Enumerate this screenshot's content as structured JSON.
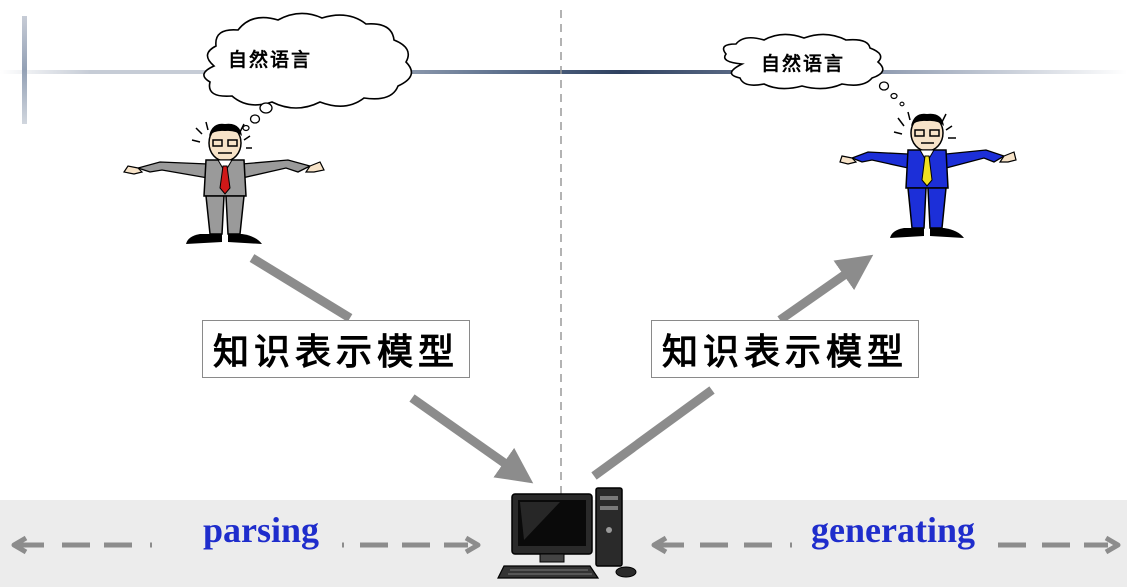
{
  "speaker_left": {
    "thought": "自然语言"
  },
  "speaker_right": {
    "thought": "自然语言"
  },
  "model_left": {
    "label": "知识表示模型"
  },
  "model_right": {
    "label": "知识表示模型"
  },
  "flows": {
    "left_label": "parsing",
    "right_label": "generating"
  },
  "colors": {
    "flow_label": "#1f2dcc",
    "arrow": "#8c8c8c",
    "left_person_suit": "#9a9a9a",
    "left_person_tie": "#d01818",
    "right_person_suit": "#1c2fd8",
    "right_person_tie": "#f2e020"
  }
}
